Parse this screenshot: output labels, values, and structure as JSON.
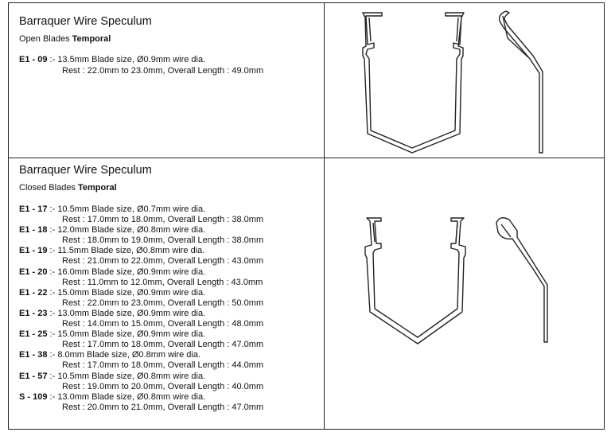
{
  "sections": [
    {
      "title": "Barraquer Wire Speculum",
      "subtitle_prefix": "Open Blades ",
      "subtitle_bold": "Temporal",
      "entries": [
        {
          "code": "E1 - 09",
          "sep": " :- ",
          "size": "13.5mm Blade size, Ø0.9mm wire dia.",
          "rest": "Rest : 22.0mm to 23.0mm, Overall Length : 49.0mm"
        }
      ]
    },
    {
      "title": "Barraquer Wire Speculum",
      "subtitle_prefix": "Closed Blades ",
      "subtitle_bold": "Temporal",
      "entries": [
        {
          "code": "E1 - 17",
          "sep": " :- ",
          "size": "10.5mm Blade size, Ø0.7mm wire dia.",
          "rest": "Rest : 17.0mm to 18.0mm, Overall Length : 38.0mm"
        },
        {
          "code": "E1 - 18",
          "sep": " :- ",
          "size": "12.0mm Blade size, Ø0.8mm wire dia.",
          "rest": "Rest : 18.0mm to 19.0mm, Overall Length : 38.0mm"
        },
        {
          "code": "E1 - 19",
          "sep": " :- ",
          "size": "11.5mm Blade size, Ø0.8mm wire dia.",
          "rest": "Rest : 21.0mm to 22.0mm, Overall Length : 43.0mm"
        },
        {
          "code": "E1 - 20",
          "sep": " :- ",
          "size": "16.0mm Blade size, Ø0.9mm wire dia.",
          "rest": "Rest : 11.0mm to 12.0mm, Overall Length : 43.0mm"
        },
        {
          "code": "E1 - 22",
          "sep": " :- ",
          "size": "15.0mm Blade size, Ø0.9mm wire dia.",
          "rest": "Rest : 22.0mm to 23.0mm, Overall Length : 50.0mm"
        },
        {
          "code": "E1 - 23",
          "sep": " :- ",
          "size": "13.0mm Blade size, Ø0.9mm wire dia.",
          "rest": "Rest : 14.0mm to 15.0mm, Overall Length : 48.0mm"
        },
        {
          "code": "E1 - 25",
          "sep": " :- ",
          "size": "15.0mm Blade size, Ø0.9mm wire dia.",
          "rest": "Rest : 17.0mm to 18.0mm, Overall Length : 47.0mm"
        },
        {
          "code": "E1 - 38",
          "sep": " :- ",
          "size": "8.0mm Blade size, Ø0.8mm wire dia.",
          "rest": "Rest : 17.0mm to 18.0mm, Overall Length : 44.0mm"
        },
        {
          "code": "E1 - 57",
          "sep": " :- ",
          "size": "10.5mm Blade size, Ø0.8mm wire dia.",
          "rest": "Rest : 19.0mm to 20.0mm, Overall Length : 40.0mm"
        },
        {
          "code": "S - 109",
          "sep": " :- ",
          "size": "13.0mm Blade size, Ø0.8mm wire dia.",
          "rest": "Rest : 20.0mm to 21.0mm, Overall Length : 47.0mm"
        }
      ]
    }
  ],
  "icons": {
    "front_view": "speculum-front-view-icon",
    "side_view": "speculum-side-view-icon"
  },
  "colors": {
    "line": "#222222",
    "background": "#ffffff"
  }
}
